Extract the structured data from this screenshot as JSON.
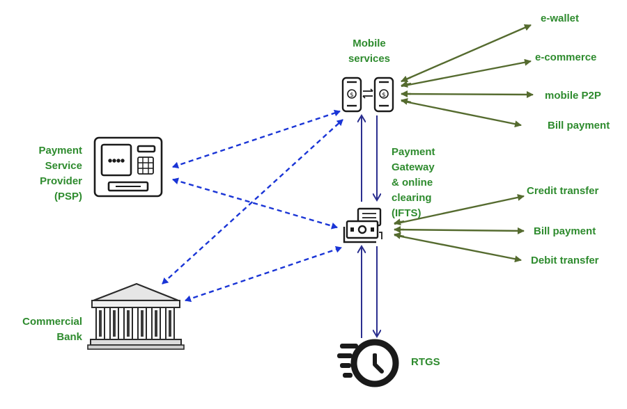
{
  "labels": {
    "mobile": [
      "Mobile",
      "services"
    ],
    "psp": [
      "Payment",
      "Service",
      "Provider",
      "(PSP)"
    ],
    "gateway": [
      "Payment",
      "Gateway",
      "& online",
      "clearing",
      "(IFTS)"
    ],
    "bank": [
      "Commercial",
      "Bank"
    ],
    "rtgs": "RTGS"
  },
  "mobile_services": [
    "e-wallet",
    "e-commerce",
    "mobile P2P",
    "Bill payment"
  ],
  "gateway_services": [
    "Credit transfer",
    "Bill payment",
    "Debit transfer"
  ],
  "colors": {
    "label_green": "#2e8b2e",
    "olive_arrow": "#556b2f",
    "navy_arrow": "#2b2f8f",
    "blue_dashed": "#1a35d6",
    "icon_black": "#1a1a1a"
  },
  "icons": {
    "mobile": "two-phones-exchange-icon",
    "psp": "atm-icon",
    "gateway": "cash-payment-icon",
    "bank": "bank-building-icon",
    "rtgs": "fast-clock-icon"
  }
}
